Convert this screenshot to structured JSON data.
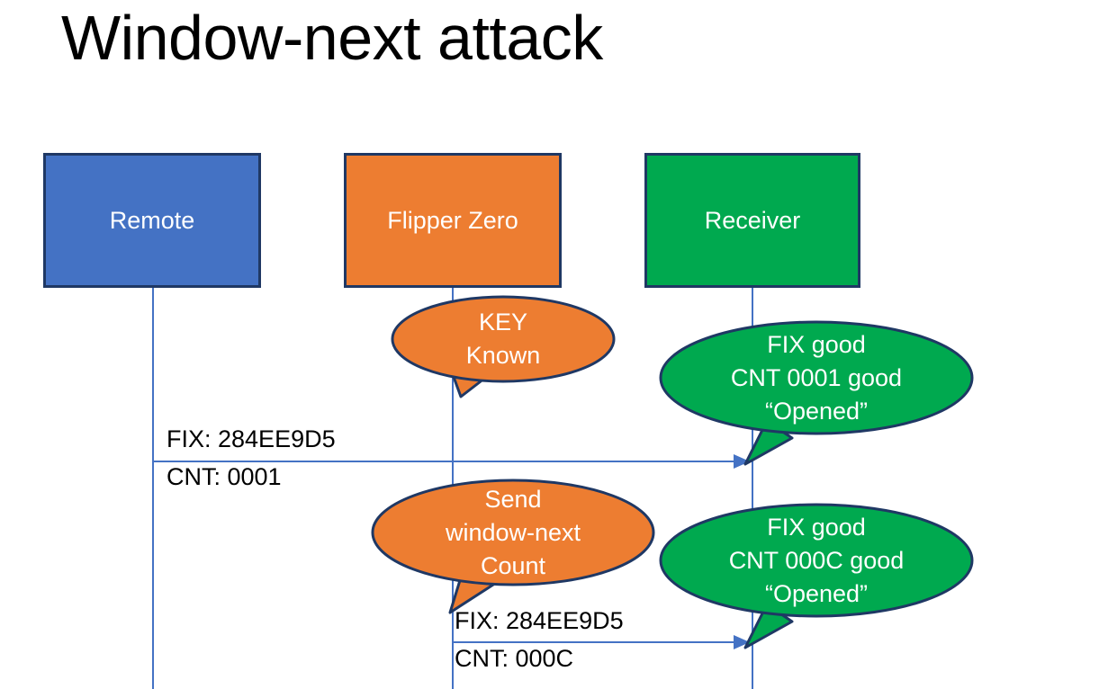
{
  "slide": {
    "title": "Window-next attack",
    "background": "#FFFFFF"
  },
  "colors": {
    "remote_fill": "#4472C4",
    "flipper_fill": "#ED7D31",
    "receiver_fill": "#00A94F",
    "outline": "#1F3864",
    "lifeline": "#4472C4",
    "text_light": "#FFFFFF",
    "text_dark": "#000000"
  },
  "actors": [
    {
      "id": "remote",
      "label": "Remote",
      "fill": "#4472C4"
    },
    {
      "id": "flipper",
      "label": "Flipper Zero",
      "fill": "#ED7D31"
    },
    {
      "id": "receiver",
      "label": "Receiver",
      "fill": "#00A94F"
    }
  ],
  "bubbles": [
    {
      "id": "key-known",
      "owner": "flipper",
      "fill": "#ED7D31",
      "lines": [
        "KEY",
        "Known"
      ]
    },
    {
      "id": "receiver-ack-1",
      "owner": "receiver",
      "fill": "#00A94F",
      "lines": [
        "FIX good",
        "CNT 0001 good",
        "“Opened”"
      ]
    },
    {
      "id": "send-window-next",
      "owner": "flipper",
      "fill": "#ED7D31",
      "lines": [
        "Send",
        "window-next",
        "Count"
      ]
    },
    {
      "id": "receiver-ack-2",
      "owner": "receiver",
      "fill": "#00A94F",
      "lines": [
        "FIX good",
        "CNT 000C good",
        "“Opened”"
      ]
    }
  ],
  "messages": [
    {
      "id": "msg-remote-to-receiver",
      "from": "remote",
      "to": "receiver",
      "fix_label": "FIX: 284EE9D5",
      "cnt_label": "CNT: 0001"
    },
    {
      "id": "msg-flipper-to-receiver",
      "from": "flipper",
      "to": "receiver",
      "fix_label": "FIX: 284EE9D5",
      "cnt_label": "CNT: 000C"
    }
  ]
}
